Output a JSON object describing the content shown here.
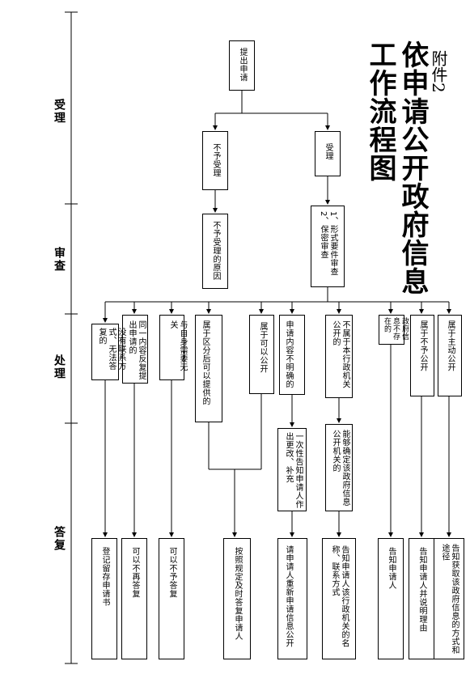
{
  "header": {
    "annex": "附件2",
    "title": "依申请公开政府信息工作流程图"
  },
  "stages": [
    "受理",
    "审查",
    "处理",
    "答复"
  ],
  "flow": {
    "submit": "提出申请",
    "not_accept": "不予受理",
    "not_accept_reason": "不予受理的原因",
    "accept": "受理",
    "review": "1、形式要件审查\n2、保密审查"
  },
  "branches": [
    {
      "handle": "属于主动公开",
      "reply": "告知获取该政府信息的方式和途径"
    },
    {
      "handle": "属于不予公开",
      "reply": "告知申请人并说明理由"
    },
    {
      "handle": "政府信息不存在的",
      "reply": "告知申请人"
    },
    {
      "handle": "不属于本行政机关公开的",
      "step": "能够确定该政府信息公开机关的",
      "reply": "告知申请人该行政机关的名称、联系方式"
    },
    {
      "handle": "申请内容不明确的",
      "step": "一次性告知申请人作出更改、补充",
      "reply": "请申请人重新申请信息公开"
    },
    {
      "handle": "属于可以公开",
      "reply": "按照规定及时答复申请人"
    },
    {
      "handle": "属于区分后可以提供的"
    },
    {
      "handle": "与自身需要无关",
      "reply": "可以不予答复"
    },
    {
      "handle": "同一内容反复提出申请的",
      "reply": "可以不再答复"
    },
    {
      "handle": "没有联系方式、无法答复的",
      "reply": "登记留存申请书"
    }
  ]
}
